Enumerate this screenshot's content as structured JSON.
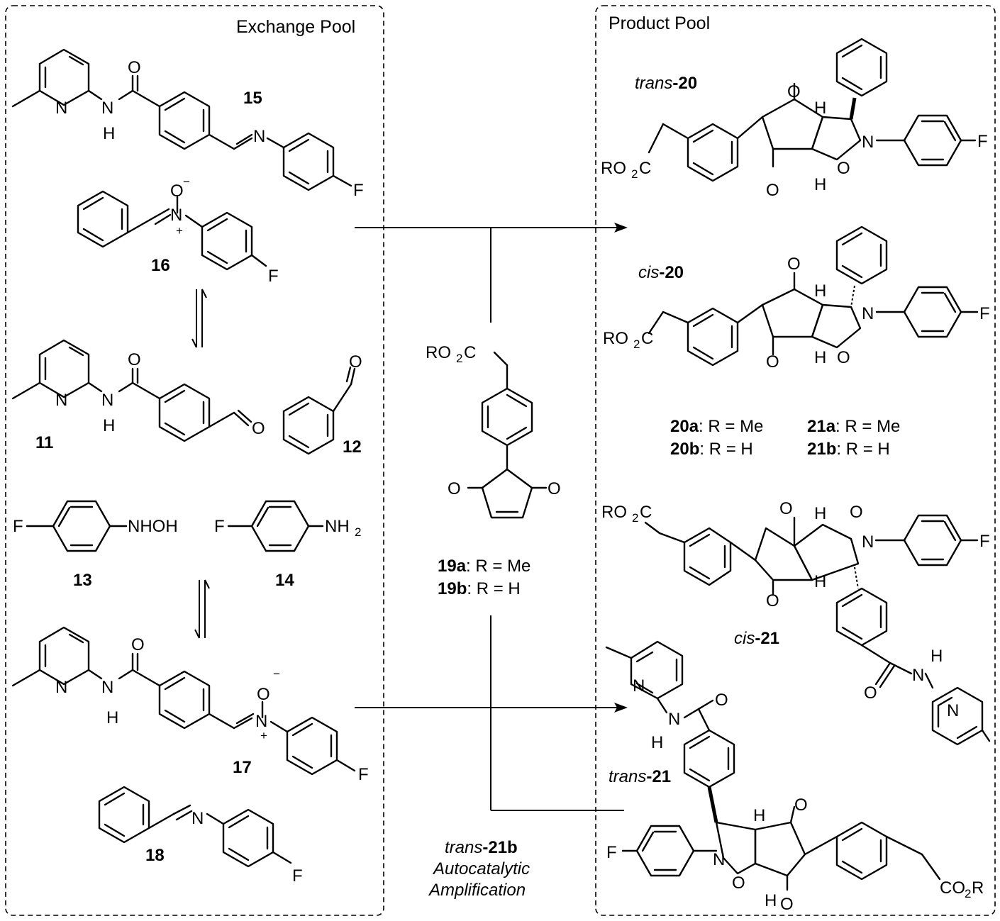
{
  "pools": {
    "exchange_title": "Exchange Pool",
    "product_title": "Product Pool"
  },
  "compounds": {
    "c15": "15",
    "c16": "16",
    "c11": "11",
    "c12": "12",
    "c13": "13",
    "c14": "14",
    "c17": "17",
    "c18": "18"
  },
  "atoms": {
    "N": "N",
    "H": "H",
    "O": "O",
    "F": "F",
    "NHOH": "NHOH",
    "NH": "NH",
    "sub2": "2",
    "minus": "−",
    "plus": "+",
    "RO": "RO",
    "C": "C",
    "CO": "CO",
    "R": "R"
  },
  "products": {
    "trans20_prefix": "trans",
    "trans20_num": "-20",
    "cis20_prefix": "cis",
    "cis20_num": "-20",
    "cis21_prefix": "cis",
    "cis21_num": "-21",
    "trans21_prefix": "trans",
    "trans21_num": "-21",
    "l20a_bold": "20a",
    "l20a_rest": ": R = Me",
    "l20b_bold": "20b",
    "l20b_rest": ": R = H",
    "l21a_bold": "21a",
    "l21a_rest": ": R = Me",
    "l21b_bold": "21b",
    "l21b_rest": ": R = H"
  },
  "reagent": {
    "l19a_bold": "19a",
    "l19a_rest": ": R = Me",
    "l19b_bold": "19b",
    "l19b_rest": ": R = H"
  },
  "caption": {
    "line1_prefix": "trans",
    "line1_num": "-21b",
    "line2": "Autocatalytic",
    "line3": "Amplification"
  }
}
